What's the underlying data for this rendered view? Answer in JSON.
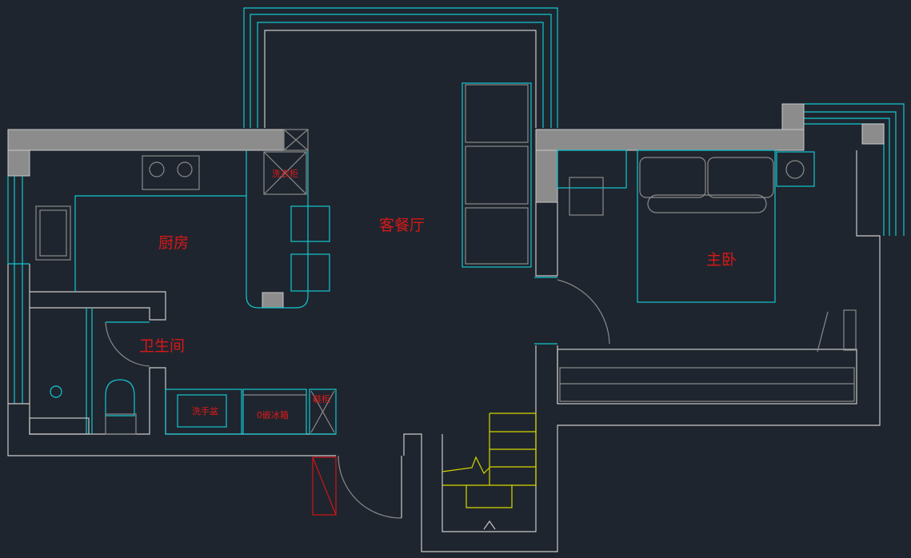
{
  "rooms": {
    "kitchen": "厨房",
    "living_dining": "客餐厅",
    "master_bedroom": "主卧",
    "bathroom": "卫生间"
  },
  "fixtures": {
    "laundry_cabinet": "洗衣柜",
    "wash_basin": "洗手盆",
    "fridge": "0嵌冰箱",
    "shoe_cabinet": "鞋柜"
  },
  "colors": {
    "background": "#1f252e",
    "wall": "#c9c9c9",
    "window": "#12c8d2",
    "label": "#d81818",
    "stairs": "#d6d600"
  }
}
